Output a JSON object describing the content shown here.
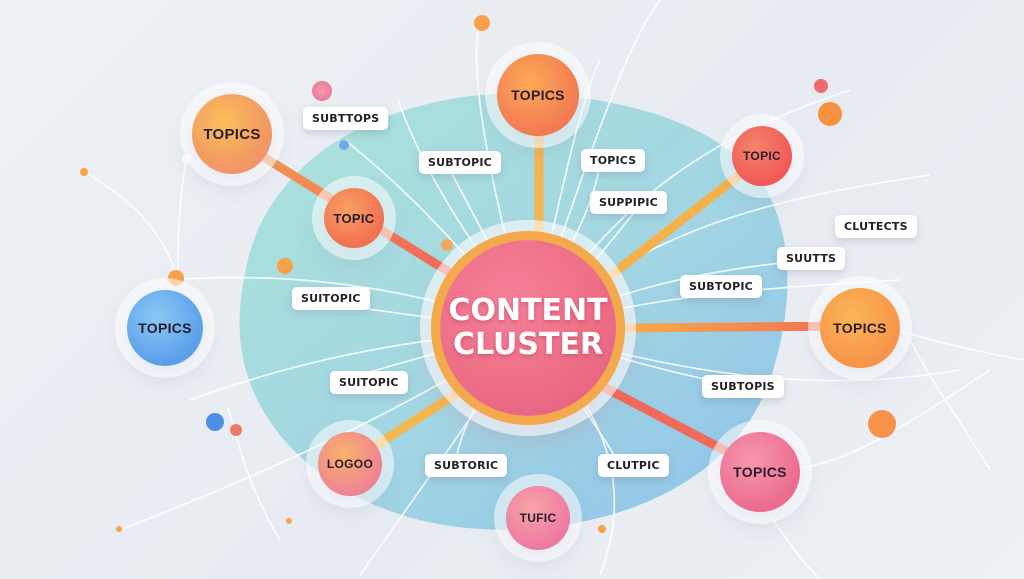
{
  "center": {
    "line1": "CONTENT",
    "line2": "CLUSTER"
  },
  "nodes": [
    {
      "label": "TOPICS"
    },
    {
      "label": "TOPIC"
    },
    {
      "label": "TOPICS"
    },
    {
      "label": "TOPIC"
    },
    {
      "label": "TOPICS"
    },
    {
      "label": "TOPICS"
    },
    {
      "label": "LOGOO"
    },
    {
      "label": "TUFIC"
    },
    {
      "label": "TOPICS"
    }
  ],
  "pills": [
    {
      "label": "SUBTTOPS"
    },
    {
      "label": "SUBTOPIC"
    },
    {
      "label": "TOPICS"
    },
    {
      "label": "SUPPIPIC"
    },
    {
      "label": "CLUTECTS"
    },
    {
      "label": "SUUTTS"
    },
    {
      "label": "SUITOPIC"
    },
    {
      "label": "SUBTOPIC"
    },
    {
      "label": "SUITOPIC"
    },
    {
      "label": "SUBTOPIS"
    },
    {
      "label": "SUBTORIC"
    },
    {
      "label": "CLUTPIC"
    }
  ],
  "colors": {
    "orange": "#f7a24a",
    "coral": "#f06a5f",
    "pink": "#ec6c8e",
    "blue": "#5aa8ea",
    "teal": "#9fd9dc"
  }
}
